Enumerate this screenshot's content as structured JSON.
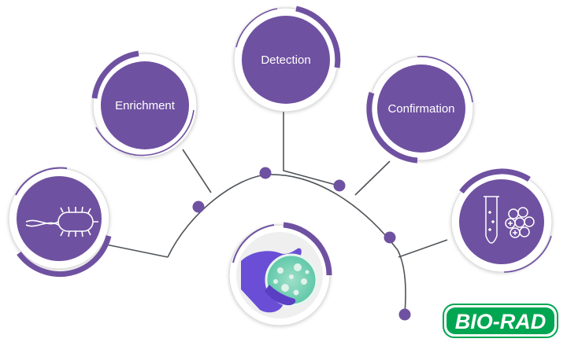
{
  "diagram": {
    "nodes": [
      {
        "id": "sample",
        "label": "",
        "icon": "bacterium-icon"
      },
      {
        "id": "enrichment",
        "label": "Enrichment",
        "icon": ""
      },
      {
        "id": "detection",
        "label": "Detection",
        "icon": ""
      },
      {
        "id": "confirmation",
        "label": "Confirmation",
        "icon": ""
      },
      {
        "id": "identification",
        "label": "",
        "icon": "test-tube-beads-icon"
      },
      {
        "id": "culture",
        "label": "",
        "icon": "gloved-hand-petri-dish-icon"
      }
    ]
  },
  "logo": {
    "text": "BIO-RAD",
    "color": "#00a651"
  },
  "colors": {
    "accent": "#6f51a1",
    "line": "#4f5459",
    "ring": "#d8d8d8"
  }
}
